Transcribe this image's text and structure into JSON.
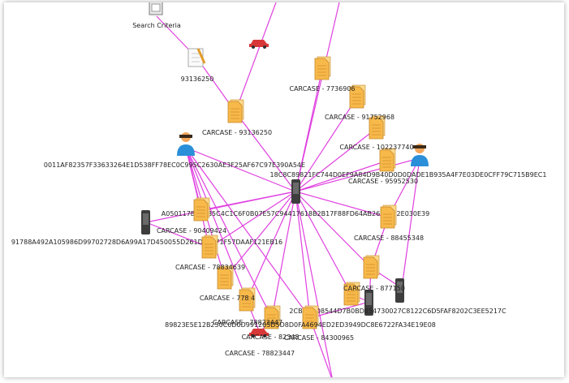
{
  "colors": {
    "edge": "#e040e0",
    "doc_fill": "#f6b94a",
    "doc_stroke": "#c8882a",
    "phone_body": "#3d3d3d",
    "person_head": "#f2a75b",
    "person_body": "#2a8fd8",
    "car": "#d83838"
  },
  "labels": {
    "search_criteria": "Search Criteria",
    "n93136250": "93136250",
    "case_93136250": "CARCASE - 93136250",
    "person1_id": "0011AF82357F33633264E1D538FF78EC0C995C2630AE3F25AF67C97E390A54E",
    "case_7736906": "CARCASE - 7736906",
    "case_91752968": "CARCASE - 91752968",
    "case_102237740": "CARCASE - 102237740",
    "person2_id": "18C8C89821FC744D0EF9A84D9B40D0D0DADE1B935A4F7E03DE0CFF79C715B9EC1",
    "case_95952530": "CARCASE - 95952530",
    "center_phone_id": "A050117B912B5C4C1C6F0B07E57C94417618B2B17F88FD64AB261C7F2E030E39",
    "case_90409424": "CARCASE - 90409424",
    "phone_left_id": "91788A492A105986D99702728D6A99A17D450055D261D5EA71F57DAAF121EB16",
    "case_78834639": "CARCASE - 78834639",
    "case_88455348": "CARCASE - 88455348",
    "case_778_4": "CARCASE - 778          4",
    "case_87715": "CARCASE - 877150",
    "phone_right_id": "2CB1EDD8544D7B0BD854730027C8122C6D5FAF8202C3EE5217C",
    "cluster_text_a": "CARCASE - 78823447",
    "cluster_text_b": "89823E5E12B250C0D0D991205D5D8D0FA4694ED2ED3949DC8E6722FA34E19E08",
    "case_84300965": "CARCASE - 84300965",
    "case_82343": "CARCASE - 82343",
    "case_78823447": "CARCASE - 78823447"
  }
}
